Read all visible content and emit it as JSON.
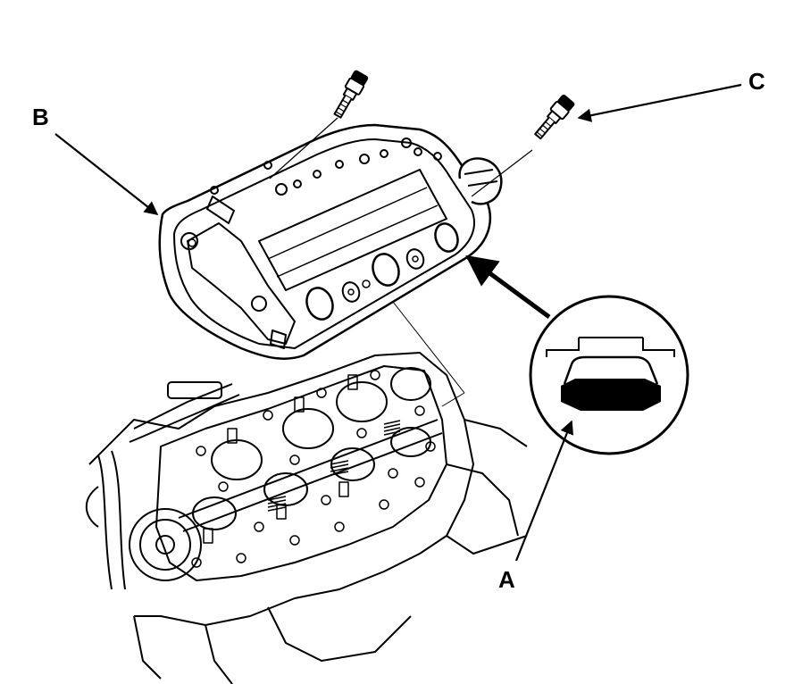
{
  "callouts": {
    "a": "A",
    "b": "B",
    "c": "C"
  },
  "colors": {
    "ink": "#000000",
    "paper": "#ffffff"
  },
  "icons": [
    "valve-cover-illustration",
    "cylinder-head-illustration",
    "bolt-icon",
    "gasket-detail-icon",
    "arrow-icon"
  ]
}
